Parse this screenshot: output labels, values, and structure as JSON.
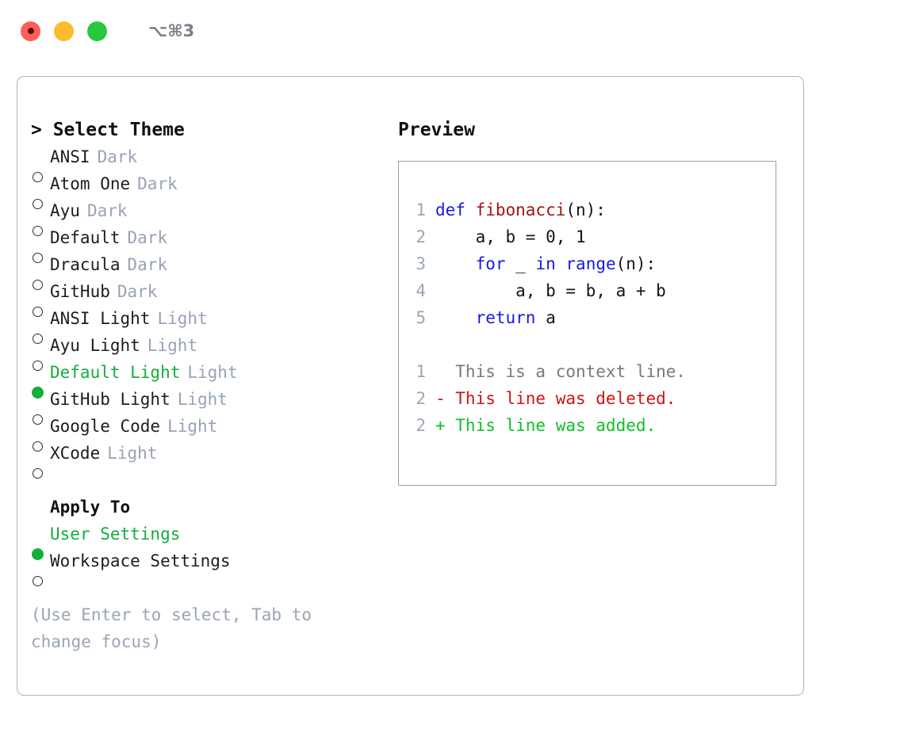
{
  "titlebar": {
    "shortcut": "⌥⌘3",
    "lights": [
      {
        "name": "close",
        "color": "#fd5e57"
      },
      {
        "name": "minimize",
        "color": "#fcbc2d"
      },
      {
        "name": "maximize",
        "color": "#28c840"
      }
    ]
  },
  "theme_panel": {
    "heading": "> Select Theme",
    "items": [
      {
        "label": "ANSI",
        "tag": "Dark",
        "selected": false
      },
      {
        "label": "Atom One",
        "tag": "Dark",
        "selected": false
      },
      {
        "label": "Ayu",
        "tag": "Dark",
        "selected": false
      },
      {
        "label": "Default",
        "tag": "Dark",
        "selected": false
      },
      {
        "label": "Dracula",
        "tag": "Dark",
        "selected": false
      },
      {
        "label": "GitHub",
        "tag": "Dark",
        "selected": false
      },
      {
        "label": "ANSI Light",
        "tag": "Light",
        "selected": false
      },
      {
        "label": "Ayu Light",
        "tag": "Light",
        "selected": false
      },
      {
        "label": "Default Light",
        "tag": "Light",
        "selected": true
      },
      {
        "label": "GitHub Light",
        "tag": "Light",
        "selected": false
      },
      {
        "label": "Google Code",
        "tag": "Light",
        "selected": false
      },
      {
        "label": "XCode",
        "tag": "Light",
        "selected": false
      }
    ]
  },
  "apply_to": {
    "heading": "Apply To",
    "items": [
      {
        "label": "User Settings",
        "selected": true
      },
      {
        "label": "Workspace Settings",
        "selected": false
      }
    ]
  },
  "hint": "(Use Enter to select, Tab to change focus)",
  "preview": {
    "title": "Preview",
    "code_lines": [
      {
        "no": "1",
        "tokens": [
          {
            "t": "def ",
            "k": "kw"
          },
          {
            "t": "fibonacci",
            "k": "fn"
          },
          {
            "t": "(n):",
            "k": "plain"
          }
        ]
      },
      {
        "no": "2",
        "tokens": [
          {
            "t": "    a, b = 0, 1",
            "k": "plain"
          }
        ]
      },
      {
        "no": "3",
        "tokens": [
          {
            "t": "    ",
            "k": "plain"
          },
          {
            "t": "for",
            "k": "kw"
          },
          {
            "t": " _ ",
            "k": "plain"
          },
          {
            "t": "in",
            "k": "kw"
          },
          {
            "t": " ",
            "k": "plain"
          },
          {
            "t": "range",
            "k": "kw"
          },
          {
            "t": "(n):",
            "k": "plain"
          }
        ]
      },
      {
        "no": "4",
        "tokens": [
          {
            "t": "        a, b = b, a + b",
            "k": "plain"
          }
        ]
      },
      {
        "no": "5",
        "tokens": [
          {
            "t": "    ",
            "k": "plain"
          },
          {
            "t": "return",
            "k": "kw"
          },
          {
            "t": " a",
            "k": "plain"
          }
        ]
      }
    ],
    "diff_lines": [
      {
        "no": "1",
        "marker": "  ",
        "text": "This is a context line.",
        "kind": "ctx"
      },
      {
        "no": "2",
        "marker": "- ",
        "text": "This line was deleted.",
        "kind": "del"
      },
      {
        "no": "2",
        "marker": "+ ",
        "text": "This line was added.",
        "kind": "add"
      }
    ]
  },
  "colors": {
    "selected_green": "#14ad3e",
    "diff_add": "#12bf2b",
    "diff_del": "#cc1414",
    "keyword_blue": "#1a1ae0",
    "function_red": "#a41414",
    "muted_tag": "#97a3b4",
    "panel_border": "#aab3c0"
  }
}
